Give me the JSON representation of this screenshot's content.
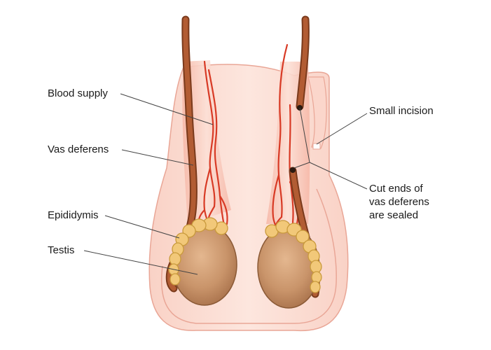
{
  "labels": {
    "blood_supply": "Blood supply",
    "vas_deferens": "Vas deferens",
    "epididymis": "Epididymis",
    "testis": "Testis",
    "small_incision": "Small incision",
    "cut_ends": [
      "Cut ends of",
      "vas deferens",
      "are sealed"
    ]
  },
  "colors": {
    "scrotum_skin": "#fbdcd3",
    "scrotum_inner": "#f7c9bd",
    "scrotum_outline": "#e9a696",
    "vas_deferens": "#a7532d",
    "blood_vessel": "#d83a25",
    "epididymis": "#f2c879",
    "testis": "#c9946a",
    "leader_line": "#444444"
  }
}
